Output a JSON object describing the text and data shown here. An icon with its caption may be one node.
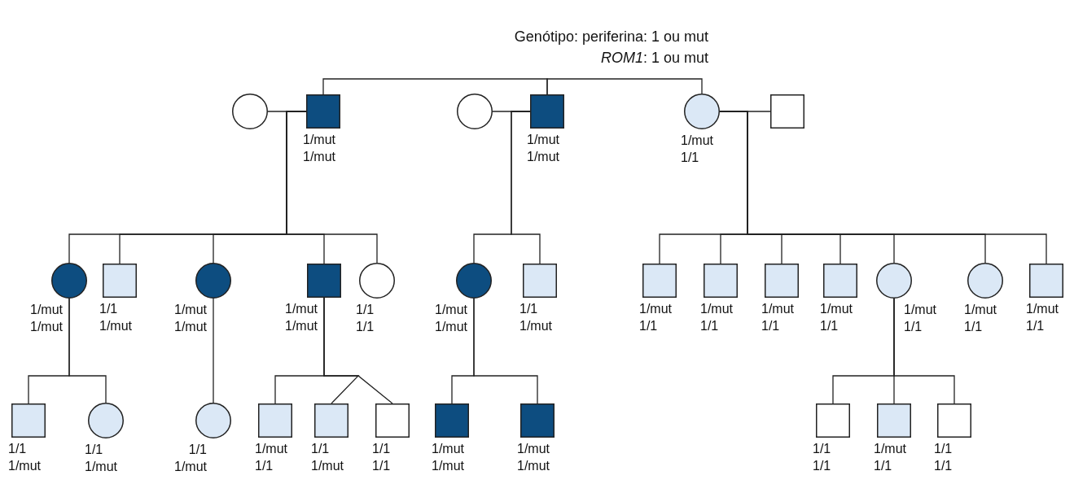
{
  "diagram": {
    "nodes": [
      {
        "text": [],
        "shape": "circle"
      },
      {
        "text": [],
        "shape": "box",
        "beside": [
          "1/mut",
          "1/mut"
        ]
      },
      {
        "text": [],
        "shape": "circle"
      },
      {
        "text": [],
        "shape": "box",
        "beside": [
          "1/mut",
          "1/mut"
        ]
      },
      {
        "text": [],
        "shape": "circle",
        "beside": [
          "1/mut",
          "1/1"
        ]
      },
      {
        "text": [],
        "shape": "box"
      },
      {
        "text": [],
        "shape": "circle",
        "beside": [
          "1/mut",
          "1/mut"
        ]
      },
      {
        "text": [],
        "shape": "box",
        "beside": [
          "1/1",
          "1/mut"
        ]
      },
      {
        "text": [],
        "shape": "circle",
        "beside": [
          "1/mut",
          "1/mut"
        ]
      },
      {
        "text": [],
        "shape": "box",
        "beside": [
          "1/mut",
          "1/mut"
        ]
      },
      {
        "text": [],
        "shape": "circle",
        "beside": [
          "1/1",
          "1/1"
        ]
      },
      {
        "text": [],
        "shape": "circle",
        "beside": [
          "1/mut",
          "1/mut"
        ]
      },
      {
        "text": [],
        "shape": "box",
        "beside": [
          "1/1",
          "1/mut"
        ]
      },
      {
        "text": [],
        "shape": "box",
        "beside": [
          "1/mut",
          "1/1"
        ]
      },
      {
        "text": [],
        "shape": "box",
        "beside": [
          "1/mut",
          "1/1"
        ]
      },
      {
        "text": [],
        "shape": "box",
        "beside": [
          "1/mut",
          "1/1"
        ]
      },
      {
        "text": [],
        "shape": "box",
        "beside": [
          "1/mut",
          "1/1"
        ]
      },
      {
        "text": [],
        "shape": "circle",
        "beside": [
          "1/mut",
          "1/1"
        ]
      },
      {
        "text": [],
        "shape": "circle",
        "beside": [
          "1/mut",
          "1/1"
        ]
      },
      {
        "text": [],
        "shape": "box",
        "beside": [
          "1/mut",
          "1/1"
        ]
      },
      {
        "text": [],
        "shape": "box",
        "beside": [
          "1/1",
          "1/mut"
        ]
      },
      {
        "text": [],
        "shape": "circle",
        "beside": [
          "1/1",
          "1/mut"
        ]
      },
      {
        "text": [],
        "shape": "circle",
        "beside": [
          "1/1",
          "1/mut"
        ]
      },
      {
        "text": [],
        "shape": "box",
        "beside": [
          "1/mut",
          "1/1"
        ]
      },
      {
        "text": [],
        "shape": "box",
        "beside": [
          "1/1",
          "1/mut"
        ]
      },
      {
        "text": [],
        "shape": "box",
        "beside": [
          "1/1",
          "1/1"
        ]
      },
      {
        "text": [],
        "shape": "box",
        "beside": [
          "1/mut",
          "1/mut"
        ]
      },
      {
        "text": [],
        "shape": "box",
        "beside": [
          "1/mut",
          "1/mut"
        ]
      },
      {
        "text": [],
        "shape": "box",
        "beside": [
          "1/1",
          "1/1"
        ]
      },
      {
        "text": [],
        "shape": "box",
        "beside": [
          "1/mut",
          "1/1"
        ]
      },
      {
        "text": [],
        "shape": "box",
        "beside": [
          "1/1",
          "1/1"
        ]
      }
    ],
    "edges": [
      {
        "from": 1,
        "to": 3,
        "arrow": "none"
      },
      {
        "from": 3,
        "to": 4,
        "arrow": "none"
      },
      {
        "from": 0,
        "to": 1,
        "arrow": "none"
      },
      {
        "from": 2,
        "to": 3,
        "arrow": "none"
      },
      {
        "from": 4,
        "to": 5,
        "arrow": "none"
      },
      {
        "from": 1,
        "to": 6,
        "arrow": "none"
      },
      {
        "from": 1,
        "to": 7,
        "arrow": "none"
      },
      {
        "from": 1,
        "to": 8,
        "arrow": "none"
      },
      {
        "from": 1,
        "to": 9,
        "arrow": "none"
      },
      {
        "from": 1,
        "to": 10,
        "arrow": "none"
      },
      {
        "from": 3,
        "to": 11,
        "arrow": "none"
      },
      {
        "from": 3,
        "to": 12,
        "arrow": "none"
      },
      {
        "from": 4,
        "to": 13,
        "arrow": "none"
      },
      {
        "from": 4,
        "to": 14,
        "arrow": "none"
      },
      {
        "from": 4,
        "to": 15,
        "arrow": "none"
      },
      {
        "from": 4,
        "to": 16,
        "arrow": "none"
      },
      {
        "from": 4,
        "to": 17,
        "arrow": "none"
      },
      {
        "from": 4,
        "to": 18,
        "arrow": "none"
      },
      {
        "from": 4,
        "to": 19,
        "arrow": "none"
      },
      {
        "from": 6,
        "to": 20,
        "arrow": "none"
      },
      {
        "from": 6,
        "to": 21,
        "arrow": "none"
      },
      {
        "from": 8,
        "to": 22,
        "arrow": "none"
      },
      {
        "from": 9,
        "to": 23,
        "arrow": "none"
      },
      {
        "from": 9,
        "to": 24,
        "arrow": "none"
      },
      {
        "from": 9,
        "to": 25,
        "arrow": "none"
      },
      {
        "from": 11,
        "to": 26,
        "arrow": "none"
      },
      {
        "from": 11,
        "to": 27,
        "arrow": "none"
      },
      {
        "from": 17,
        "to": 28,
        "arrow": "none"
      },
      {
        "from": 17,
        "to": 29,
        "arrow": "none"
      },
      {
        "from": 17,
        "to": 30,
        "arrow": "none"
      }
    ],
    "labels": [
      "Genótipo: periferina: 1 ou mut",
      "*ROM1*: 1 ou mut"
    ]
  }
}
